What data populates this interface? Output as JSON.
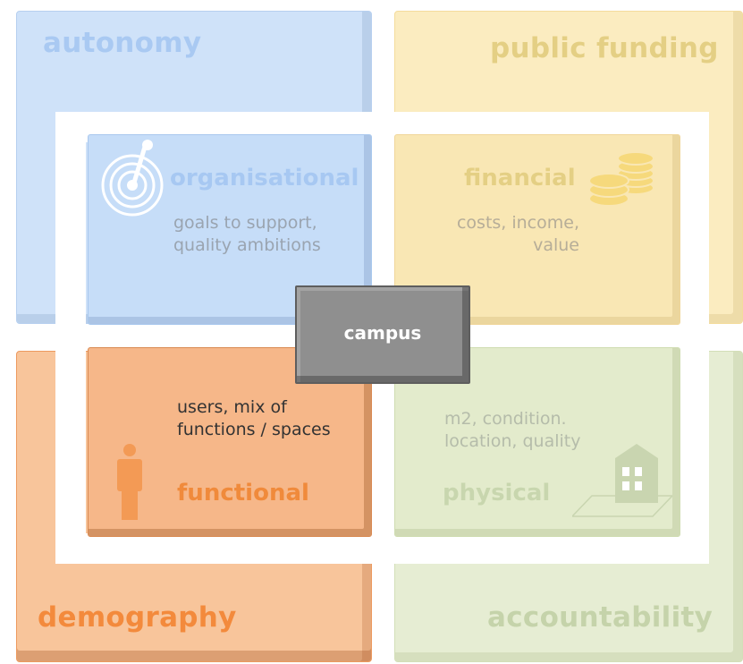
{
  "outer_labels": {
    "top_left": "autonomy",
    "top_right": "public funding",
    "bottom_left": "demography",
    "bottom_right": "accountability"
  },
  "center": {
    "label": "campus"
  },
  "inner": {
    "organisational": {
      "title": "organisational",
      "line1": "goals to support,",
      "line2": "quality ambitions"
    },
    "financial": {
      "title": "financial",
      "line1": "costs, income,",
      "line2": "value"
    },
    "functional": {
      "title": "functional",
      "line1": "users, mix of",
      "line2": "functions / spaces"
    },
    "physical": {
      "title": "physical",
      "line1": "m2, condition.",
      "line2": "location, quality"
    }
  },
  "icons": {
    "organisational": "target-icon",
    "financial": "coins-icon",
    "functional": "person-icon",
    "physical": "building-icon"
  },
  "colors": {
    "autonomy": "#cfe2f9",
    "public_funding": "#fbecc0",
    "demography": "#f8c59b",
    "accountability": "#e6edd3",
    "campus": "#8f8f8f"
  }
}
